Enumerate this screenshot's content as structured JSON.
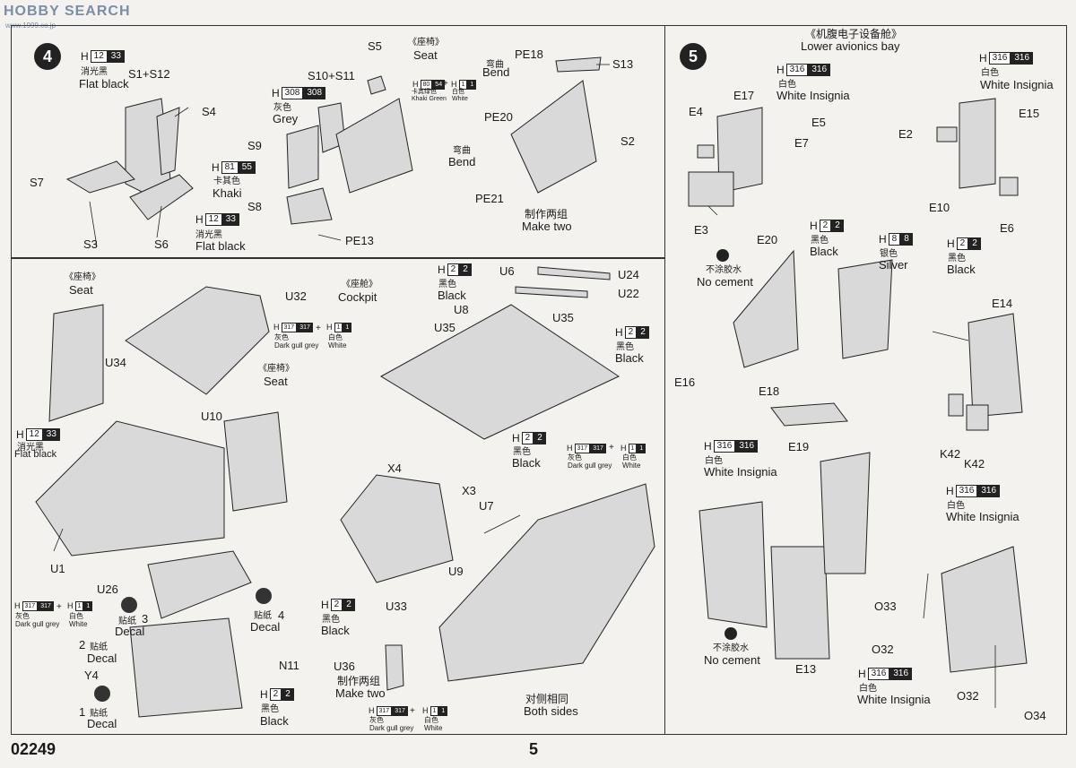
{
  "watermark": {
    "brand": "HOBBY SEARCH",
    "url": "www.1999.co.jp"
  },
  "footer": {
    "kit_number": "02249",
    "page_number": "5"
  },
  "step4": {
    "number": "4",
    "seat_title_cn": "《座椅》",
    "seat_title_en": "Seat",
    "labels": {
      "s1s12": "S1+S12",
      "s4": "S4",
      "s7": "S7",
      "s3": "S3",
      "s6": "S6",
      "s5": "S5",
      "s10s11": "S10+S11",
      "s9": "S9",
      "s8": "S8",
      "pe13": "PE13",
      "pe18": "PE18",
      "s13": "S13",
      "pe20": "PE20",
      "s2": "S2",
      "pe21": "PE21"
    },
    "paint_flat_black_1": {
      "h": "H",
      "code1": "12",
      "code2": "33",
      "cn": "消光黑",
      "en": "Flat black"
    },
    "paint_flat_black_2": {
      "h": "H",
      "code1": "12",
      "code2": "33",
      "cn": "消光黑",
      "en": "Flat black"
    },
    "paint_grey": {
      "h": "H",
      "code1": "308",
      "code2": "308",
      "cn": "灰色",
      "en": "Grey"
    },
    "paint_khaki": {
      "h": "H",
      "code1": "81",
      "code2": "55",
      "cn": "卡其色",
      "en": "Khaki"
    },
    "paint_khaki_green": {
      "h": "H",
      "code1": "80",
      "code2": "54",
      "cn": "卡其绿色",
      "en": "Khaki Green"
    },
    "paint_white_small": {
      "h": "H",
      "code1": "1",
      "code2": "1",
      "cn": "白色",
      "en": "White"
    },
    "plus": "+",
    "bend1": {
      "cn": "弯曲",
      "en": "Bend"
    },
    "bend2": {
      "cn": "弯曲",
      "en": "Bend"
    },
    "make_two": {
      "cn": "制作两组",
      "en": "Make two"
    }
  },
  "step5": {
    "number": "5",
    "title_cn": "《机腹电子设备舱》",
    "title_en": "Lower avionics bay",
    "labels": {
      "e17": "E17",
      "e4": "E4",
      "e5": "E5",
      "e7": "E7",
      "e3": "E3",
      "e2": "E2",
      "e15": "E15",
      "e10": "E10",
      "e6": "E6",
      "e20": "E20",
      "e16": "E16",
      "e18": "E18",
      "e19": "E19",
      "e14": "E14",
      "k42a": "K42",
      "k42b": "K42",
      "e13": "E13",
      "o33": "O33",
      "o32a": "O32",
      "o32b": "O32",
      "o34": "O34"
    },
    "paint_white_1": {
      "h": "H",
      "code1": "316",
      "code2": "316",
      "cn": "白色",
      "en": "White Insignia"
    },
    "paint_white_2": {
      "h": "H",
      "code1": "316",
      "code2": "316",
      "cn": "白色",
      "en": "White Insignia"
    },
    "paint_white_3": {
      "h": "H",
      "code1": "316",
      "code2": "316",
      "cn": "白色",
      "en": "White Insignia"
    },
    "paint_white_4": {
      "h": "H",
      "code1": "316",
      "code2": "316",
      "cn": "白色",
      "en": "White Insignia"
    },
    "paint_white_5": {
      "h": "H",
      "code1": "316",
      "code2": "316",
      "cn": "白色",
      "en": "White Insignia"
    },
    "paint_black_1": {
      "h": "H",
      "code1": "2",
      "code2": "2",
      "cn": "黑色",
      "en": "Black"
    },
    "paint_black_2": {
      "h": "H",
      "code1": "2",
      "code2": "2",
      "cn": "黑色",
      "en": "Black"
    },
    "paint_silver": {
      "h": "H",
      "code1": "8",
      "code2": "8",
      "cn": "银色",
      "en": "Silver"
    },
    "no_cement_1": {
      "cn": "不涂胶水",
      "en": "No cement"
    },
    "no_cement_2": {
      "cn": "不涂胶水",
      "en": "No cement"
    }
  },
  "step6": {
    "seat_title_cn": "《座椅》",
    "seat_title_en": "Seat",
    "seat2_title_cn": "《座椅》",
    "seat2_title_en": "Seat",
    "cockpit_title_cn": "《座舱》",
    "cockpit_title_en": "Cockpit",
    "labels": {
      "u32": "U32",
      "u34": "U34",
      "u10": "U10",
      "u1": "U1",
      "u26": "U26",
      "y4": "Y4",
      "n11": "N11",
      "u6": "U6",
      "u24": "U24",
      "u8": "U8",
      "u22": "U22",
      "u35a": "U35",
      "u35b": "U35",
      "x4": "X4",
      "x3": "X3",
      "u7": "U7",
      "u9": "U9",
      "u33": "U33",
      "u36": "U36"
    },
    "paint_flat_black": {
      "h": "H",
      "code1": "12",
      "code2": "33",
      "cn": "消光黑",
      "en": "Flat black"
    },
    "paint_dgg_1": {
      "h": "H",
      "code1": "317",
      "code2": "317",
      "cn": "灰色",
      "en": "Dark gull grey"
    },
    "paint_white_1": {
      "h": "H",
      "code1": "1",
      "code2": "1",
      "cn": "白色",
      "en": "White"
    },
    "paint_dgg_2": {
      "h": "H",
      "code1": "317",
      "code2": "317",
      "cn": "灰色",
      "en": "Dark gull grey"
    },
    "paint_white_2": {
      "h": "H",
      "code1": "1",
      "code2": "1",
      "cn": "白色",
      "en": "White"
    },
    "paint_dgg_3": {
      "h": "H",
      "code1": "317",
      "code2": "317",
      "cn": "灰色",
      "en": "Dark gull grey"
    },
    "paint_white_3": {
      "h": "H",
      "code1": "1",
      "code2": "1",
      "cn": "白色",
      "en": "White"
    },
    "paint_dgg_4": {
      "h": "H",
      "code1": "317",
      "code2": "317",
      "cn": "灰色",
      "en": "Dark gull grey"
    },
    "paint_white_4": {
      "h": "H",
      "code1": "1",
      "code2": "1",
      "cn": "白色",
      "en": "White"
    },
    "paint_black_1": {
      "h": "H",
      "code1": "2",
      "code2": "2",
      "cn": "黑色",
      "en": "Black"
    },
    "paint_black_2": {
      "h": "H",
      "code1": "2",
      "code2": "2",
      "cn": "黑色",
      "en": "Black"
    },
    "paint_black_3": {
      "h": "H",
      "code1": "2",
      "code2": "2",
      "cn": "黑色",
      "en": "Black"
    },
    "paint_black_4": {
      "h": "H",
      "code1": "2",
      "code2": "2",
      "cn": "黑色",
      "en": "Black"
    },
    "paint_black_5": {
      "h": "H",
      "code1": "2",
      "code2": "2",
      "cn": "黑色",
      "en": "Black"
    },
    "plus": "+",
    "decal_1": {
      "num": "1",
      "cn": "贴纸",
      "en": "Decal"
    },
    "decal_2": {
      "num": "2",
      "cn": "贴纸",
      "en": "Decal"
    },
    "decal_3": {
      "num": "3",
      "cn": "贴纸",
      "en": "Decal"
    },
    "decal_4": {
      "num": "4",
      "cn": "贴纸",
      "en": "Decal"
    },
    "make_two": {
      "cn": "制作两组",
      "en": "Make two"
    },
    "both_sides": {
      "cn": "对侧相同",
      "en": "Both sides"
    }
  }
}
